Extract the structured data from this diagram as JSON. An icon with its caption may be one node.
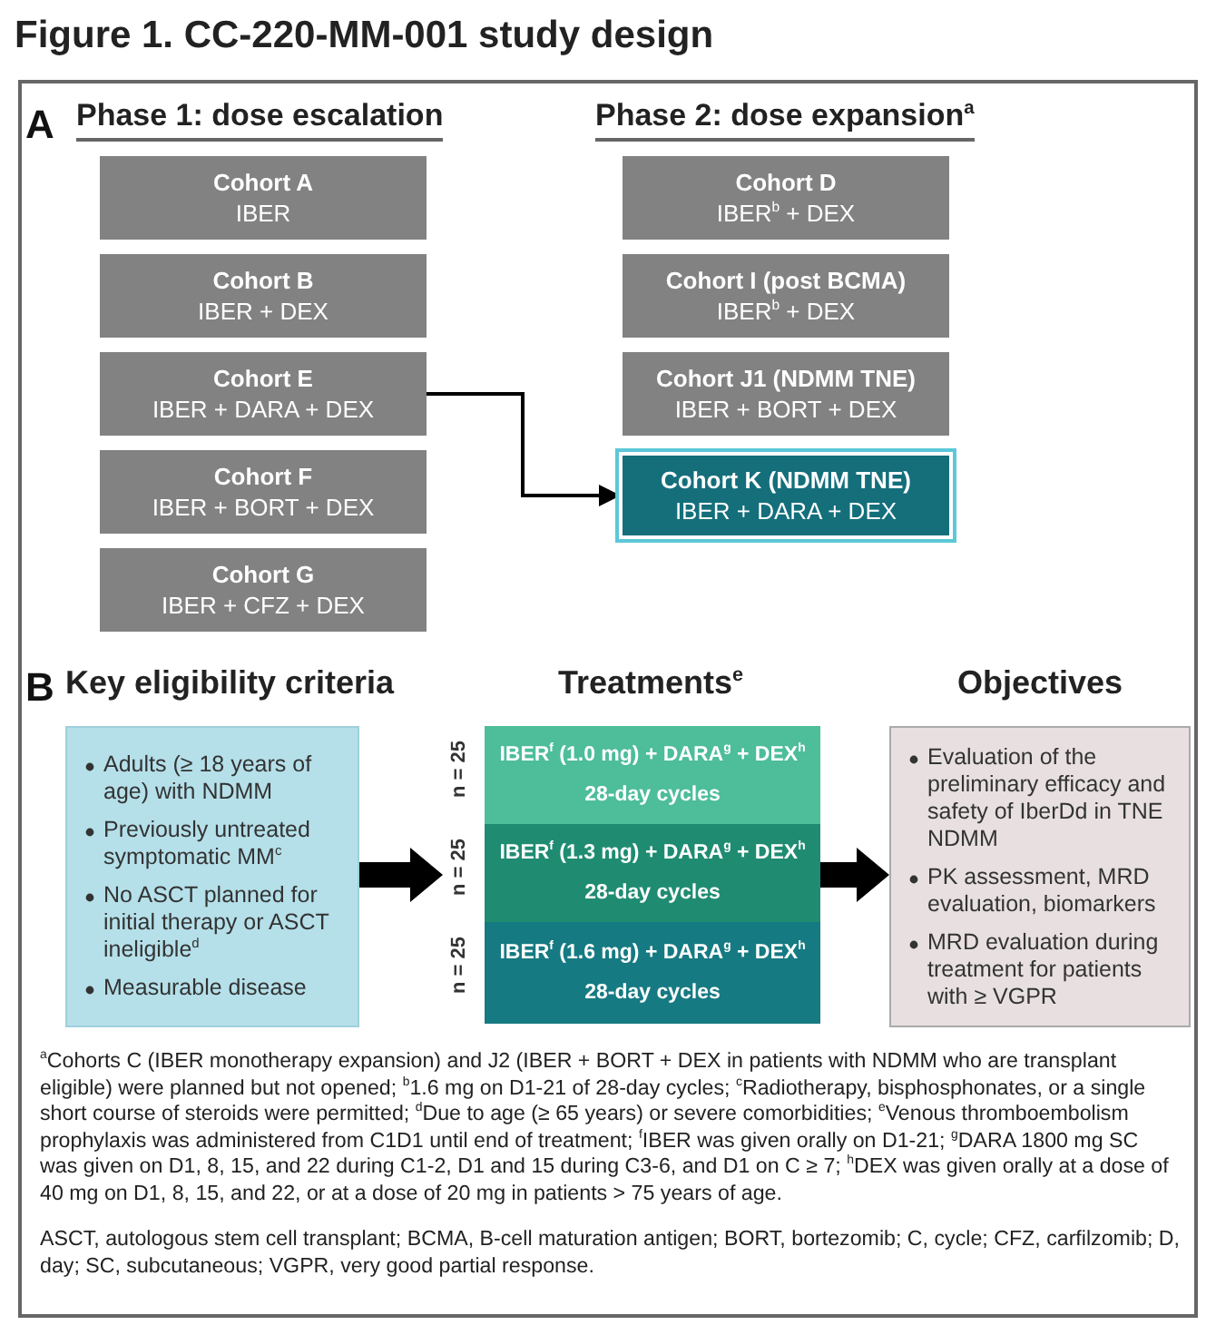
{
  "diagram": {
    "title": "Figure 1. CC-220-MM-001 study design",
    "nodes": [
      {
        "text": [
          "Cohort A",
          "IBER"
        ]
      },
      {
        "text": [
          "Cohort B",
          "IBER + DEX"
        ]
      },
      {
        "text": [
          "Cohort E",
          "IBER + DARA + DEX"
        ]
      },
      {
        "text": [
          "Cohort F",
          "IBER + BORT + DEX"
        ]
      },
      {
        "text": [
          "Cohort G",
          "IBER + CFZ + DEX"
        ]
      },
      {
        "text": [
          "Cohort D",
          "IBER$^{b}$ + DEX"
        ]
      },
      {
        "text": [
          "Cohort I (post BCMA)",
          "IBER$^{b}$ + DEX"
        ]
      },
      {
        "text": [
          "Cohort J1 (NDMM TNE)",
          "IBER + BORT + DEX"
        ]
      },
      {
        "text": [
          "Cohort K (NDMM TNE)",
          "IBER + DARA + DEX"
        ]
      },
      {
        "text": [
          "Key eligibility criteria",
          "Adults (≥ 18 years of age) with NDMM",
          "Previously untreated symptomatic MM$^{c}$",
          "No ASCT planned for initial therapy or ASCT ineligible$^{d}$",
          "Measurable disease"
        ]
      },
      {
        "text": [
          "Treatments$^{e}$"
        ]
      },
      {
        "text": [
          "IBER$^{f}$ (1.0 mg) + DARA$^{g}$ + DEX$^{h}$",
          "28-day cycles"
        ],
        "in": 10,
        "beside": [
          "n = 25"
        ]
      },
      {
        "text": [
          "IBER$^{f}$ (1.3 mg) + DARA$^{g}$ + DEX$^{h}$",
          "28-day cycles"
        ],
        "in": 10,
        "beside": [
          "n = 25"
        ]
      },
      {
        "text": [
          "IBER$^{f}$ (1.6 mg) + DARA$^{g}$ + DEX$^{h}$",
          "28-day cycles"
        ],
        "in": 10,
        "beside": [
          "n = 25"
        ]
      },
      {
        "text": [
          "Objectives",
          "Evaluation of the preliminary efficacy and safety of IberDd in TNE NDMM",
          "PK assessment, MRD evaluation, biomarkers",
          "MRD evaluation during treatment for patients with ≥ VGPR"
        ]
      }
    ],
    "edges": [
      {
        "from": 2,
        "to": 8,
        "arrow": "to"
      },
      {
        "from": 9,
        "to": 10,
        "arrow": "to",
        "style": "thick"
      },
      {
        "from": 10,
        "to": 14,
        "arrow": "to",
        "style": "thick"
      }
    ],
    "labels": [
      "A",
      "Phase 1: dose escalation",
      "Phase 2: dose expansion$^{a}$",
      "B",
      "$^{a}$Cohorts C (IBER monotherapy expansion) and J2 (IBER + BORT + DEX in patients with NDMM who are transplant eligible) were planned but not opened; $^{b}$1.6 mg on D1-21 of 28-day cycles; $^{c}$Radiotherapy, bisphosphonates, or a single short course of steroids were permitted; $^{d}$Due to age (≥ 65 years) or severe comorbidities; $^{e}$Venous thromboembolism prophylaxis was administered from C1D1 until end of treatment; $^{f}$IBER was given orally on D1-21; $^{g}$DARA 1800 mg SC was given on D1, 8, 15, and 22 during C1-2, D1 and 15 during C3-6, and D1 on C ≥ 7; $^{h}$DEX was given orally at a dose of 40 mg on D1, 8, 15, and 22, or at a dose of 20 mg in patients > 75 years of age.",
      "ASCT, autologous stem cell transplant; BCMA, B-cell maturation antigen; BORT, bortezomib; C, cycle; CFZ, carfilzomib; D, day; SC, subcutaneous; VGPR, very good partial response."
    ]
  }
}
